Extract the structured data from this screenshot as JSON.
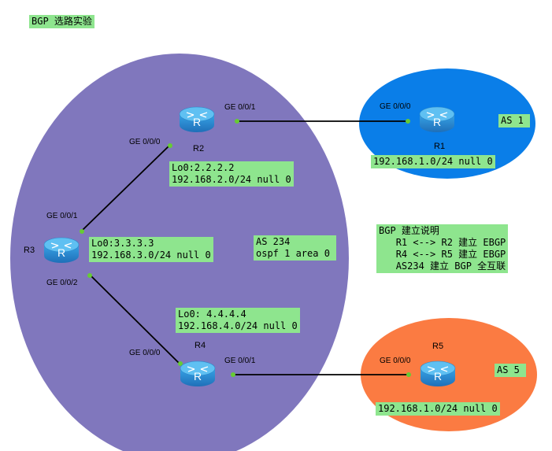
{
  "title": "BGP 选路实验",
  "areas": {
    "as234": {
      "label": "AS 234",
      "line2": "ospf 1 area 0",
      "color": "#8077bd"
    },
    "as1": {
      "label": "AS 1",
      "color": "#0a7ee8"
    },
    "as5": {
      "label": "AS 5",
      "color": "#fb7b42"
    }
  },
  "routers": [
    {
      "id": "R1",
      "name": "R1"
    },
    {
      "id": "R2",
      "name": "R2"
    },
    {
      "id": "R3",
      "name": "R3"
    },
    {
      "id": "R4",
      "name": "R4"
    },
    {
      "id": "R5",
      "name": "R5"
    }
  ],
  "router_glyph": "R",
  "interfaces": {
    "r2_ge001": "GE 0/0/1",
    "r2_ge000": "GE 0/0/0",
    "r1_ge000": "GE 0/0/0",
    "r3_ge001": "GE 0/0/1",
    "r3_ge002": "GE 0/0/2",
    "r4_ge000": "GE 0/0/0",
    "r4_ge001": "GE 0/0/1",
    "r5_ge000": "GE 0/0/0"
  },
  "notes": {
    "r2": [
      "Lo0:2.2.2.2",
      "192.168.2.0/24 null 0"
    ],
    "r3": [
      "Lo0:3.3.3.3",
      "192.168.3.0/24 null 0"
    ],
    "r4": [
      "Lo0: 4.4.4.4",
      "192.168.4.0/24 null 0"
    ],
    "r1": "192.168.1.0/24 null 0",
    "r5": "192.168.1.0/24 null 0"
  },
  "bgp_desc": {
    "title": "BGP 建立说明",
    "lines": [
      "R1 <--> R2 建立 EBGP",
      "R4 <--> R5 建立 EBGP",
      "AS234 建立 BGP 全互联"
    ]
  },
  "link_color": "#000000",
  "port_dot_color": "#66cc33",
  "router_color": "#2e93d6"
}
